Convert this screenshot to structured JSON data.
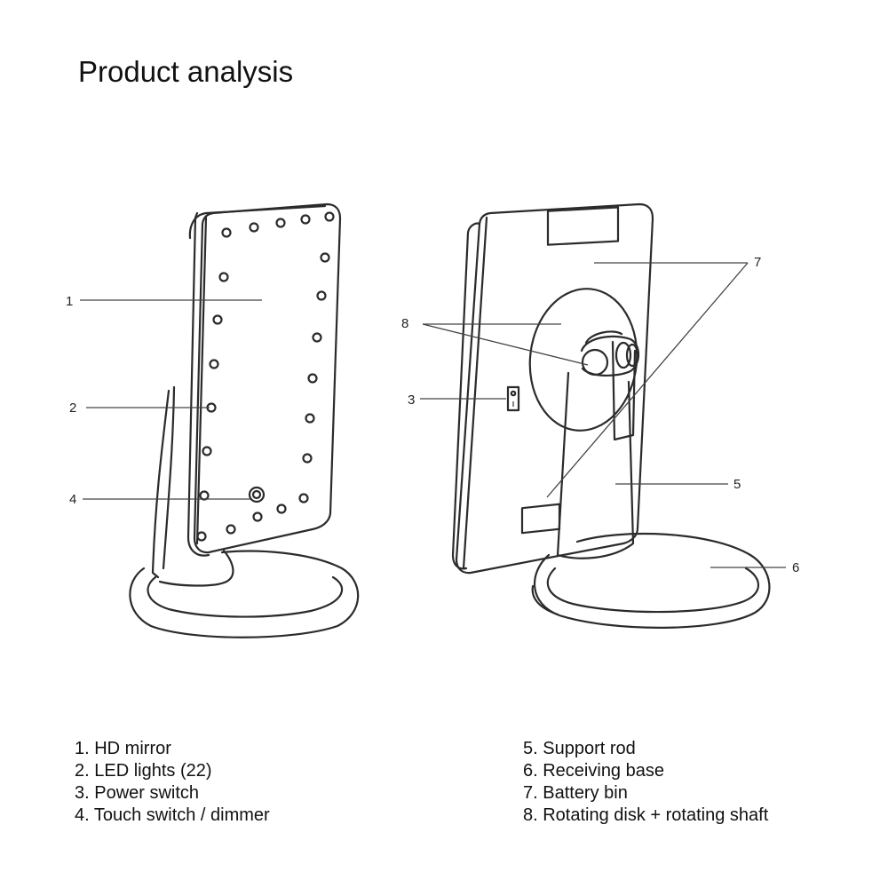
{
  "title": "Product analysis",
  "callouts": {
    "c1": "1",
    "c2": "2",
    "c3": "3",
    "c4": "4",
    "c5": "5",
    "c6": "6",
    "c7": "7",
    "c8": "8"
  },
  "legend": {
    "left": [
      "1. HD mirror",
      "2. LED lights (22)",
      "3. Power switch",
      "4. Touch switch / dimmer"
    ],
    "right": [
      "5. Support rod",
      "6. Receiving base",
      "7. Battery bin",
      "8. Rotating disk + rotating shaft"
    ]
  }
}
